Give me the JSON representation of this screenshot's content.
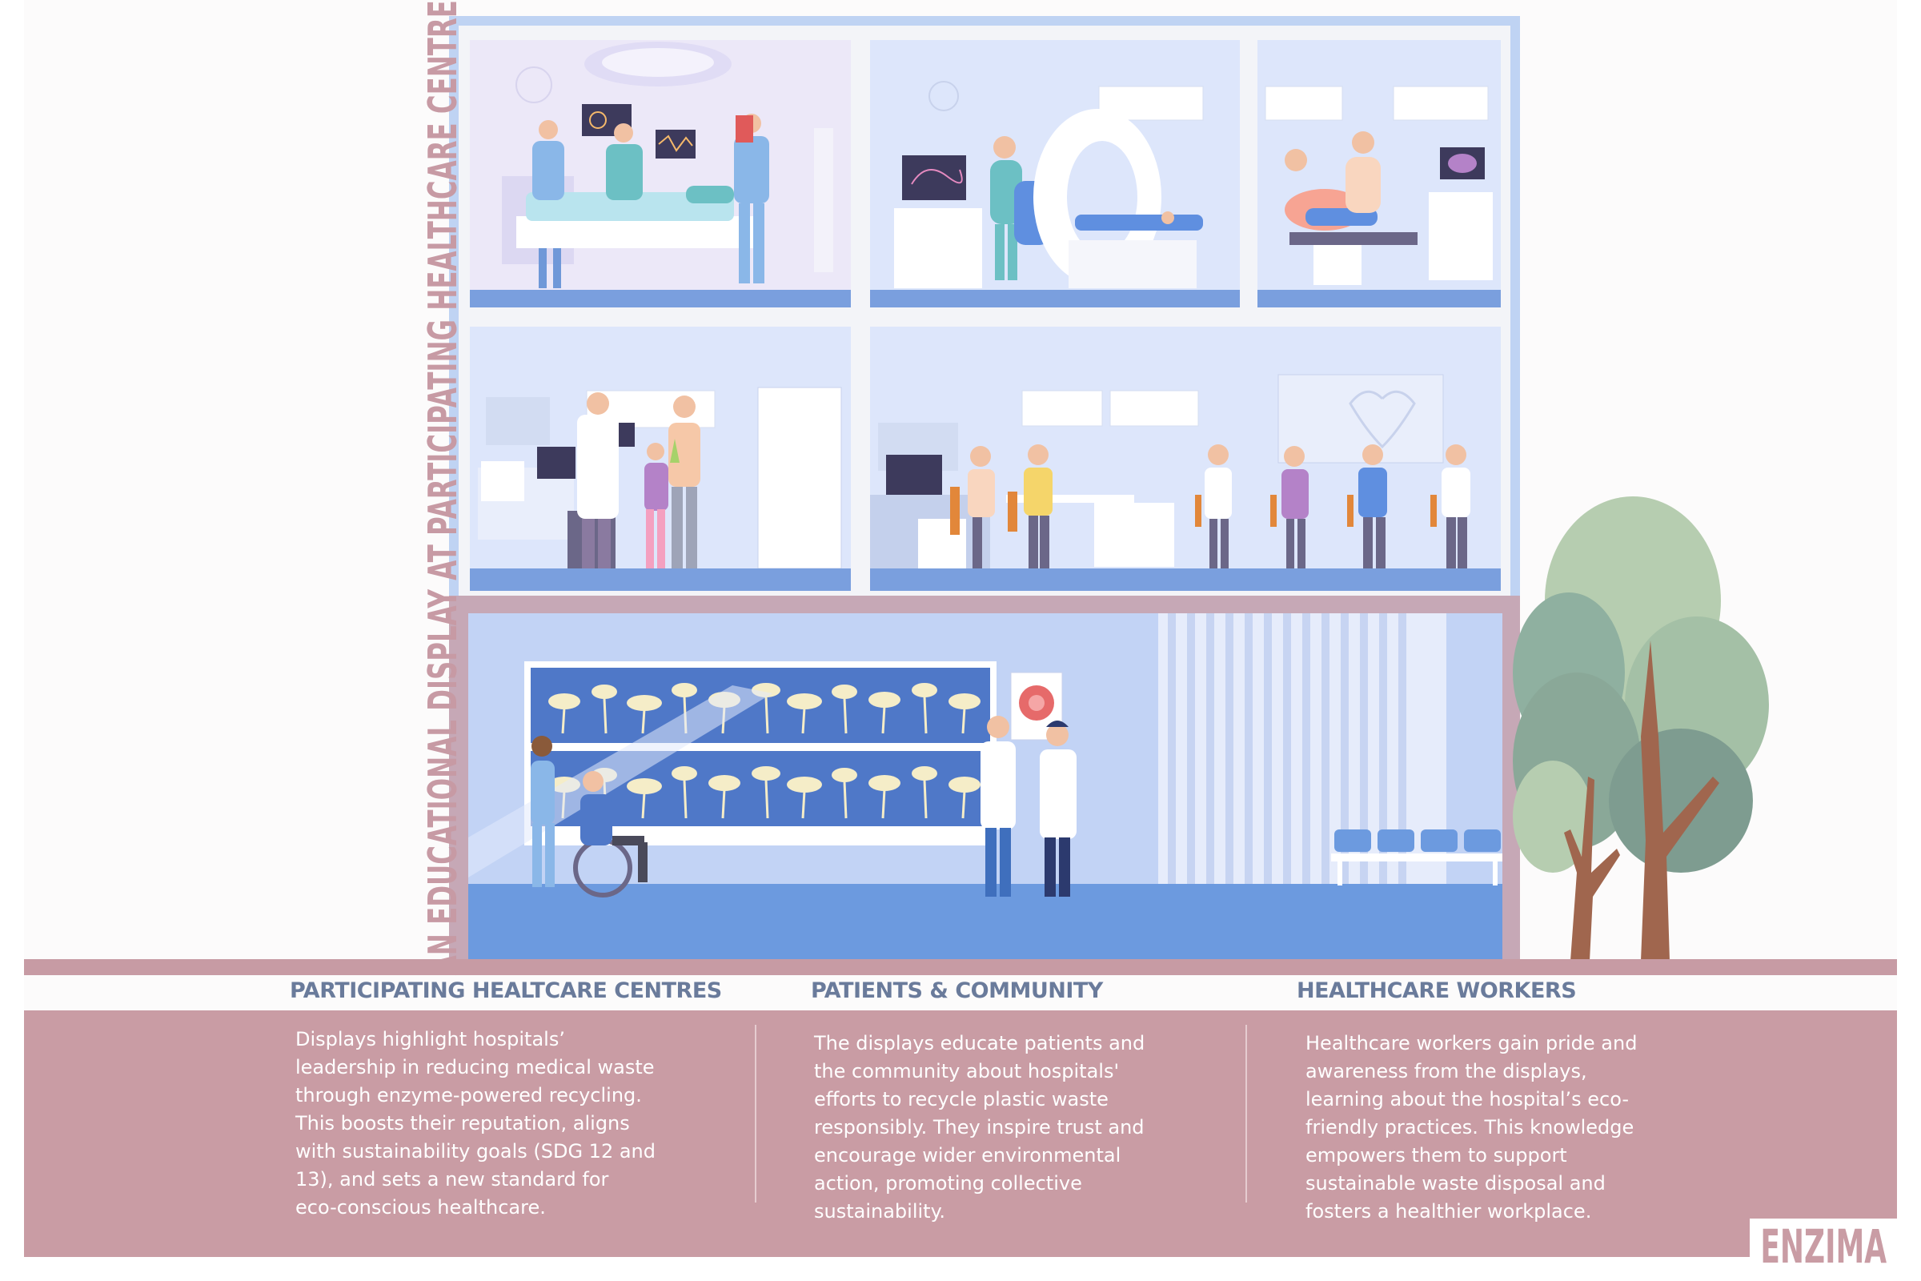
{
  "vertical_title": "AN EDUCATIONAL DISPLAY AT PARTICIPATING HEALTHCARE CENTRES",
  "sections": [
    {
      "heading": "PARTICIPATING HEALTCARE CENTRES",
      "lines": [
        "Displays highlight hospitals’",
        "leadership in reducing medical waste",
        "through enzyme-powered recycling.",
        "This boosts their reputation, aligns",
        "with sustainability goals (SDG 12 and",
        "13), and sets a new standard for",
        "eco-conscious healthcare."
      ]
    },
    {
      "heading": "PATIENTS & COMMUNITY",
      "lines": [
        "The displays educate patients and",
        "the community about hospitals'",
        "efforts to recycle plastic waste",
        "responsibly. They inspire trust and",
        "encourage wider environmental",
        "action, promoting collective",
        "sustainability."
      ]
    },
    {
      "heading": "HEALTHCARE WORKERS",
      "lines": [
        "Healthcare workers gain pride and",
        "awareness from the displays,",
        "learning about the hospital’s eco-",
        "friendly practices. This knowledge",
        "empowers them to support",
        "sustainable waste disposal and",
        "fosters a healthier workplace."
      ]
    }
  ],
  "logo": "ENZIMA",
  "colors": {
    "accent_rose": "#c99ca4",
    "building_blue": "#bfd3f3",
    "floor_blue": "#7a9fde",
    "heading_slate": "#6a7b9b"
  },
  "scenes": {
    "room1": "operating-room-illustration",
    "room2": "mri-scan-illustration",
    "room3": "ultrasound-illustration",
    "room4": "consultation-room-illustration",
    "room5": "waiting-room-illustration",
    "lobby": "lobby-mushroom-display-illustration",
    "tree": "tree-illustration"
  }
}
